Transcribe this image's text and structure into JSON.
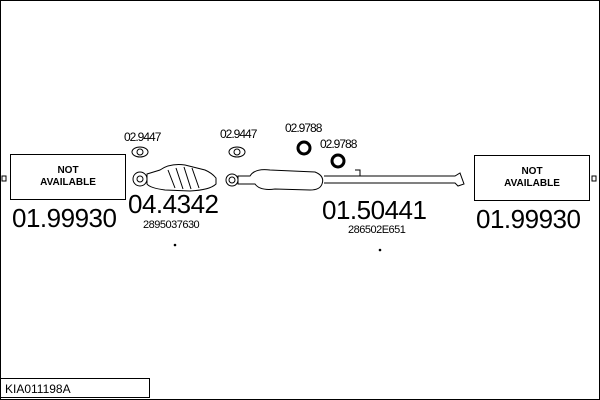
{
  "title": "KIA011198A",
  "left_box": {
    "text1": "NOT",
    "text2": "AVAILABLE",
    "code": "01.99930"
  },
  "right_box": {
    "text1": "NOT",
    "text2": "AVAILABLE",
    "code": "01.99930"
  },
  "catalyst": {
    "code": "04.4342",
    "ref": "2895037630"
  },
  "muffler": {
    "code": "01.50441",
    "ref": "286502E651"
  },
  "gaskets": [
    "02.9447",
    "02.9447",
    "02.9788",
    "02.9788"
  ]
}
